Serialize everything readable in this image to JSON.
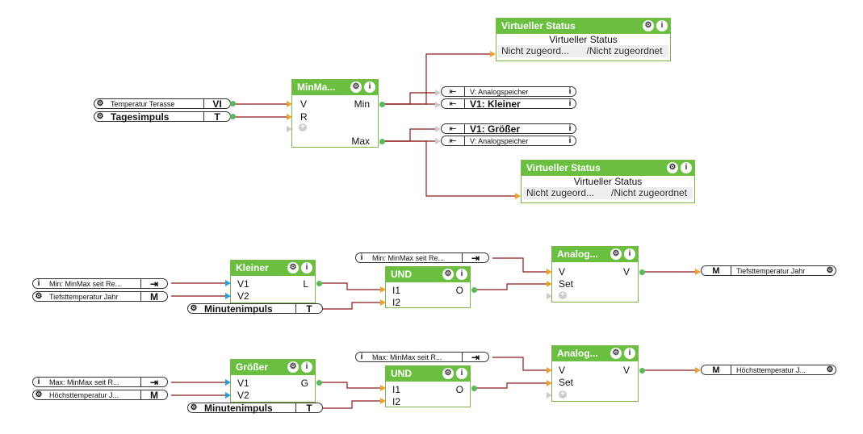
{
  "block_common": {
    "gear": "⚙",
    "info": "i",
    "plus": "+"
  },
  "status1": {
    "title": "Virtueller Status",
    "body": "Virtueller Status",
    "left": "Nicht zugeord...",
    "right": "/Nicht zugeordnet"
  },
  "status2": {
    "title": "Virtueller Status",
    "body": "Virtueller Status",
    "left": "Nicht zugeord...",
    "right": "/Nicht zugeordnet"
  },
  "minmax": {
    "title": "MinMa...",
    "in_v": "V",
    "in_r": "R",
    "out_min": "Min",
    "out_max": "Max"
  },
  "inputs_top": [
    {
      "label": "Temperatur Terasse",
      "tag": "VI"
    },
    {
      "label": "Tagesimpuls",
      "tag": "T"
    }
  ],
  "refs_top": [
    {
      "label": "V: Analogspeicher",
      "sym": "⇤"
    },
    {
      "label": "V1: Kleiner",
      "sym": "⇤"
    },
    {
      "label": "V1: Größer",
      "sym": "⇤"
    },
    {
      "label": "V: Analogspeicher",
      "sym": "⇤"
    }
  ],
  "row1": {
    "in1": {
      "label": "Min: MinMax seit Re...",
      "sym": "⇥"
    },
    "in2": {
      "label": "Tiefsttemperatur Jahr",
      "tag": "M"
    },
    "impuls": {
      "label": "Minutenimpuls",
      "tag": "T"
    },
    "cmp": {
      "title": "Kleiner",
      "v1": "V1",
      "v2": "V2",
      "out": "L"
    },
    "und": {
      "title": "UND",
      "i1": "I1",
      "i2": "I2",
      "out": "O"
    },
    "ref": {
      "label": "Min: MinMax seit Re...",
      "sym": "⇥"
    },
    "ana": {
      "title": "Analog...",
      "v": "V",
      "set": "Set",
      "out": "V"
    },
    "outp": {
      "tag": "M",
      "label": "Tiefsttemperatur Jahr"
    }
  },
  "row2": {
    "in1": {
      "label": "Max: MinMax seit R...",
      "sym": "⇥"
    },
    "in2": {
      "label": "Höchsttemperatur J...",
      "tag": "M"
    },
    "impuls": {
      "label": "Minutenimpuls",
      "tag": "T"
    },
    "cmp": {
      "title": "Größer",
      "v1": "V1",
      "v2": "V2",
      "out": "G"
    },
    "und": {
      "title": "UND",
      "i1": "I1",
      "i2": "I2",
      "out": "O"
    },
    "ref": {
      "label": "Max: MinMax seit R...",
      "sym": "⇥"
    },
    "ana": {
      "title": "Analog...",
      "v": "V",
      "set": "Set",
      "out": "V"
    },
    "outp": {
      "tag": "M",
      "label": "Höchsttemperatur J..."
    }
  }
}
